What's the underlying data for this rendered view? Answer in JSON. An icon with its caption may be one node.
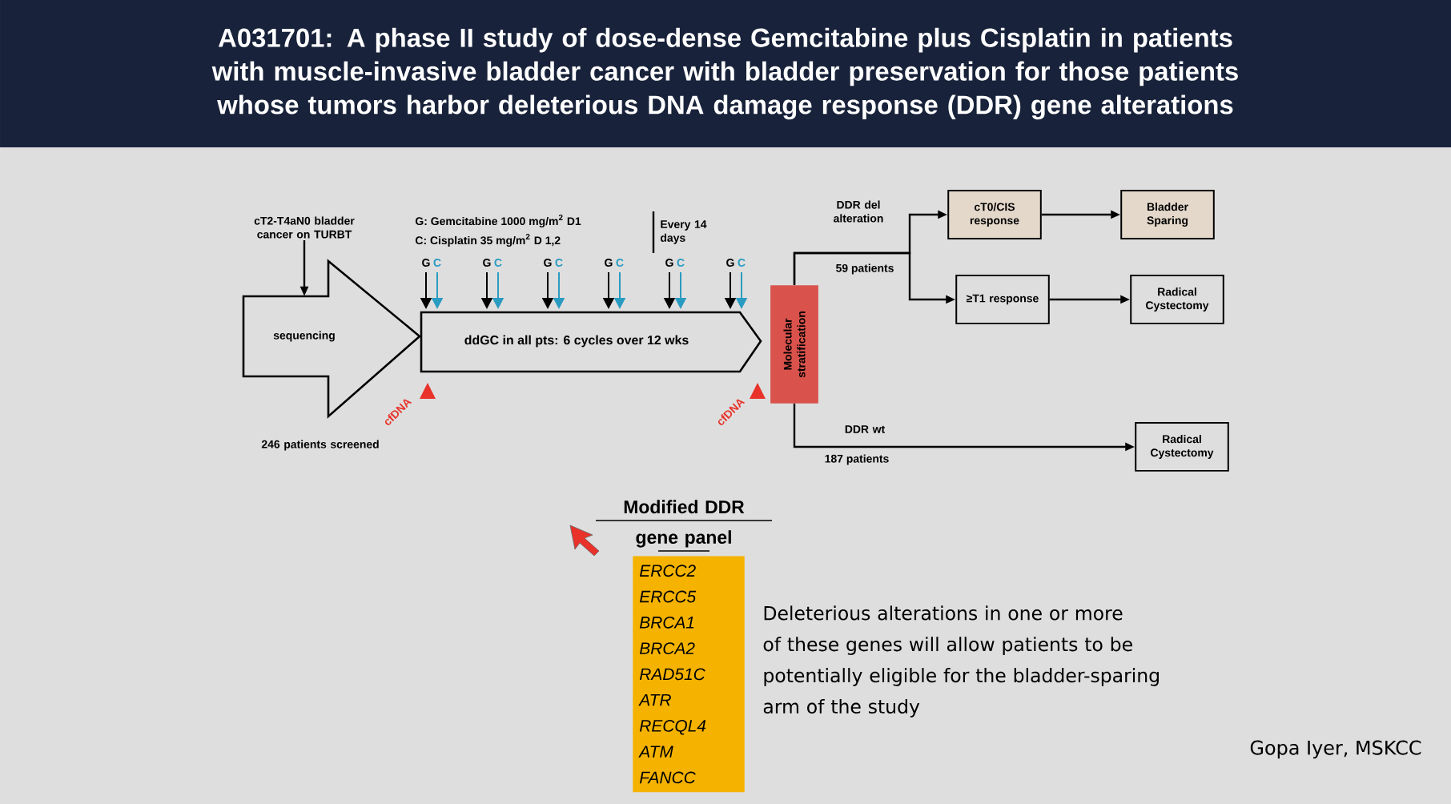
{
  "diagram": {
    "title": "A031701: A phase II study of dose-dense Gemcitabine plus Cisplatin in patients with muscle-invasive bladder cancer with bladder preservation for those patients whose tumors harbor deleterious DNA damage response (DDR) gene alterations",
    "nodes": [
      {
        "text": [
          "cT2-T4aN0 bladder cancer on TURBT"
        ]
      },
      {
        "text": [
          "sequencing"
        ]
      },
      {
        "text": [
          "ddGC in all pts: 6 cycles over 12 wks"
        ]
      },
      {
        "text": [
          "Molecular stratification"
        ]
      },
      {
        "text": [
          "cT0/CIS response"
        ]
      },
      {
        "text": [
          "Bladder Sparing"
        ]
      },
      {
        "text": [
          "≥T1 response"
        ]
      },
      {
        "text": [
          "Radical Cystectomy"
        ]
      },
      {
        "text": [
          "Radical Cystectomy"
        ]
      },
      {
        "text": [
          "Modified DDR gene panel",
          "ERCC2",
          "ERCC5",
          "BRCA1",
          "BRCA2",
          "RAD51C",
          "ATR",
          "RECQL4",
          "ATM",
          "FANCC"
        ]
      }
    ],
    "edges": [
      {
        "from": 0,
        "to": 1,
        "arrow": "to"
      },
      {
        "from": 3,
        "to": 4,
        "arrow": "to",
        "label": "DDR del alteration"
      },
      {
        "from": 3,
        "to": 6,
        "arrow": "to"
      },
      {
        "from": 4,
        "to": 5,
        "arrow": "to"
      },
      {
        "from": 6,
        "to": 7,
        "arrow": "to"
      },
      {
        "from": 3,
        "to": 8,
        "arrow": "to",
        "label": "DDR wt"
      }
    ],
    "labels": [
      "G: Gemcitabine 1000 mg/m$^{2}$ D1",
      "C: Cisplatin 35 mg/m$^{2}$ D 1,2",
      "Every 14 days",
      "G",
      "C",
      "G",
      "C",
      "G",
      "C",
      "G",
      "C",
      "G",
      "C",
      "G",
      "C",
      "cfDNA",
      "cfDNA",
      "246 patients screened",
      "59 patients",
      "187 patients",
      "Deleterious alterations in one or more of these genes will allow patients to be potentially eligible for the bladder-sparing arm of the study",
      "Gopa Iyer, MSKCC"
    ]
  }
}
